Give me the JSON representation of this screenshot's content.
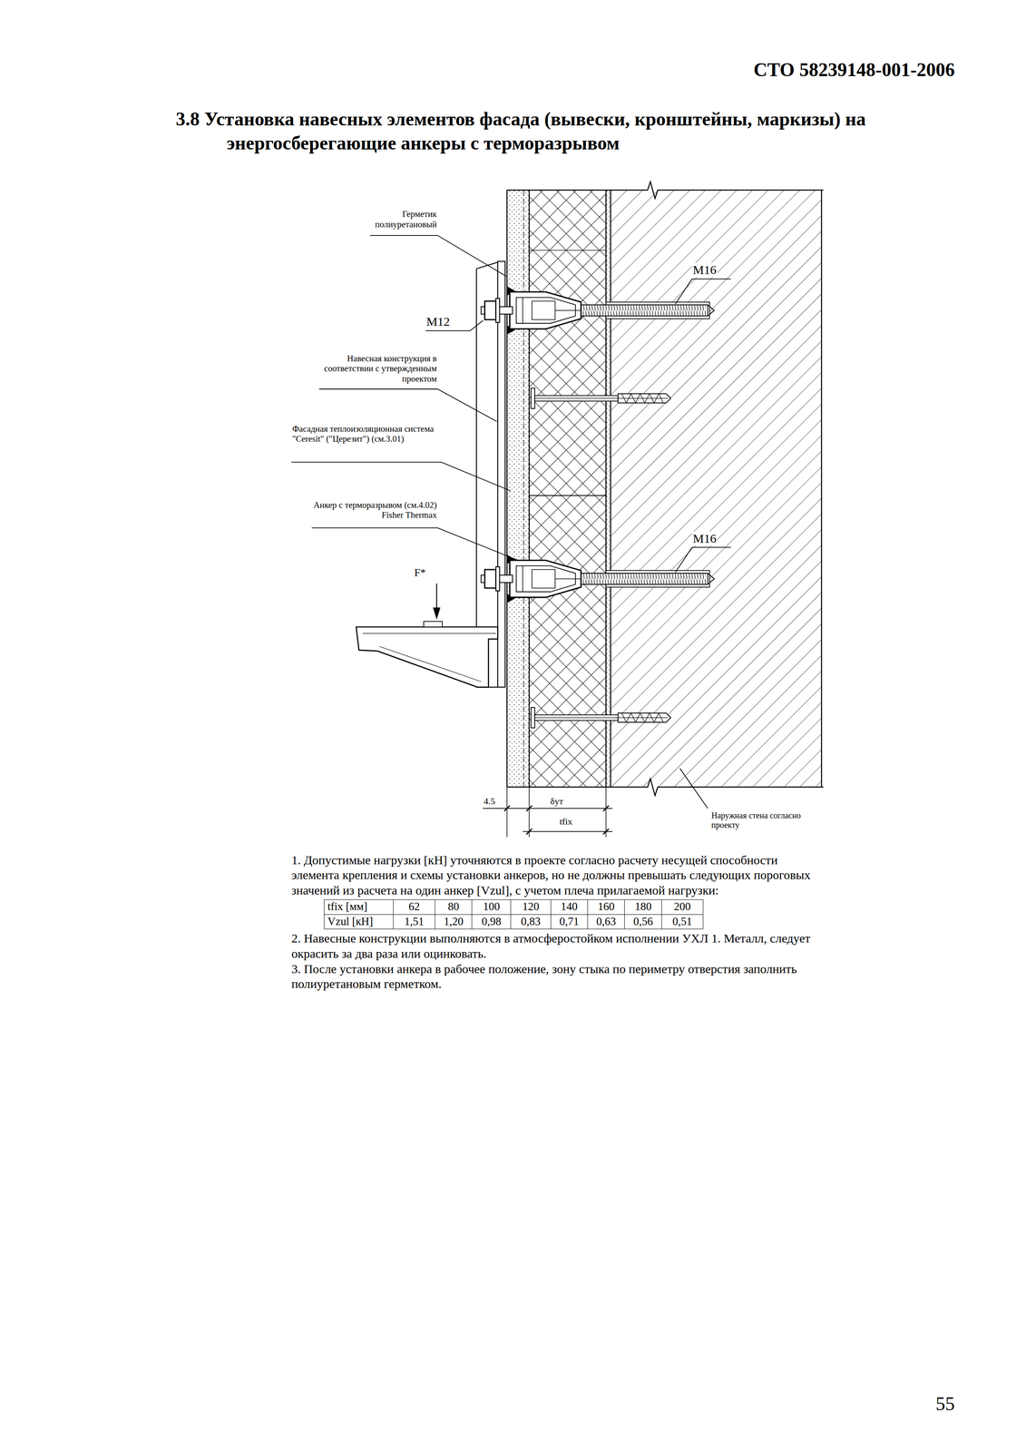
{
  "diagram": {
    "title": "3.8 Установка навесных элементов фасада (вывески, кронштейны, маркизы) на энергосберегающие анкеры с терморазрывом",
    "labels": [
      "СТО 58239148-001-2006",
      "Герметик полиуретановый",
      "M16",
      "M12",
      "Навесная конструкция в соответствии с утвержденным проектом",
      "Фасадная теплоизоляционная система \"Ceresit\" (\"Церезит\") (см.3.01)",
      "Анкер с терморазрывом (см.4.02) Fisher Thermax",
      "M16",
      "F*",
      "4.5",
      "δут",
      "tfix",
      "Наружная стена согласно проекту",
      "1. Допустимые нагрузки [кН] уточняются в проекте согласно расчету несущей способности элемента крепления и схемы установки анкеров, но не должны превышать следующих пороговых значений из расчета на один анкер [Vzul], с учетом плеча прилагаемой нагрузки:",
      "tfix [мм]",
      "62",
      "80",
      "100",
      "120",
      "140",
      "160",
      "180",
      "200",
      "Vzul [кН]",
      "1,51",
      "1,20",
      "0,98",
      "0,83",
      "0,71",
      "0,63",
      "0,56",
      "0,51",
      "2. Навесные конструкции выполняются в атмосферостойком исполнении УХЛ 1. Металл, следует окрасить за два раза или оцинковать.",
      "3. После установки анкера в рабочее положение, зону стыка по периметру отверстия заполнить полиуретановым герметком.",
      "55"
    ]
  }
}
